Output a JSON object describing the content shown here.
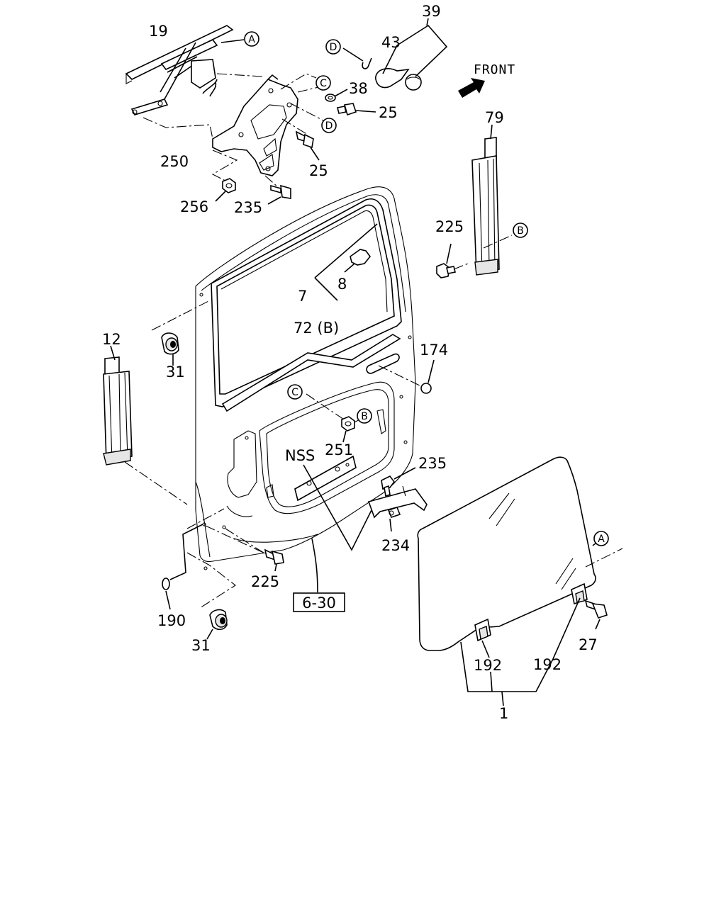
{
  "diagram": {
    "front_label": "FRONT",
    "circle_refs": {
      "A_top": "A",
      "A_right": "A",
      "B_pillar": "B",
      "B_door": "B",
      "C_top": "C",
      "C_door": "C",
      "D_top": "D",
      "D_mid": "D"
    },
    "labels": {
      "p19": "19",
      "p39": "39",
      "p43": "43",
      "p38": "38",
      "p25a": "25",
      "p25b": "25",
      "p79": "79",
      "p250": "250",
      "p256": "256",
      "p235a": "235",
      "p225a": "225",
      "p7": "7",
      "p8": "8",
      "p12": "12",
      "p72b": "72 (B)",
      "p174": "174",
      "p31a": "31",
      "p251": "251",
      "pNSS": "NSS",
      "p235b": "235",
      "p234": "234",
      "p225b": "225",
      "p190": "190",
      "p31b": "31",
      "p630": "6-30",
      "p27": "27",
      "p192a": "192",
      "p192b": "192",
      "p1": "1"
    }
  }
}
